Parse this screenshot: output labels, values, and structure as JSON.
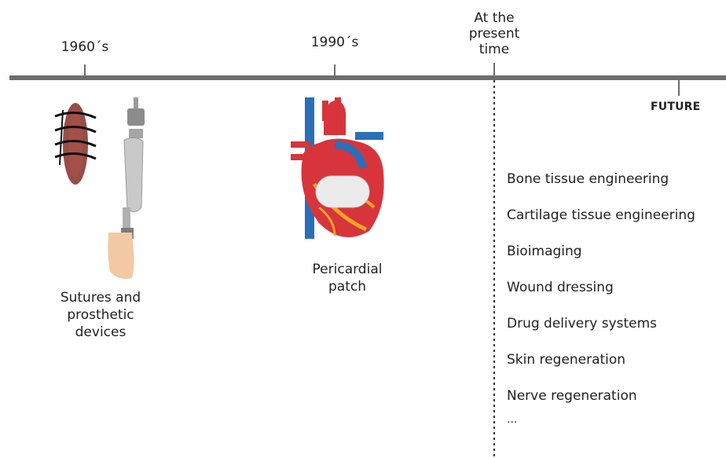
{
  "timeline": {
    "ticks": [
      {
        "id": "1960s",
        "label": "1960´s"
      },
      {
        "id": "1990s",
        "label": "1990´s"
      },
      {
        "id": "present",
        "label_lines": [
          "At the",
          "present",
          "time"
        ]
      },
      {
        "id": "future",
        "label": "FUTURE"
      }
    ]
  },
  "eras": {
    "1960s": {
      "caption_lines": [
        "Sutures and",
        "prosthetic",
        "devices"
      ]
    },
    "1990s": {
      "caption_lines": [
        "Pericardial",
        "patch"
      ]
    }
  },
  "applications": [
    "Bone tissue engineering",
    "Cartilage tissue engineering",
    "Bioimaging",
    "Wound dressing",
    "Drug delivery systems",
    "Skin regeneration",
    "Nerve regeneration",
    "..."
  ],
  "colors": {
    "axis": "#6d6d6d",
    "heart_red": "#d8343c",
    "heart_blue": "#2a6fb8",
    "heart_orange": "#f0a524",
    "tissue": "#8c3a34",
    "prosthesis_metal": "#b7b7b7",
    "skin": "#f2c9a4"
  },
  "icons": [
    "suture-tissue-icon",
    "prosthetic-leg-icon",
    "heart-icon",
    "patch-icon"
  ]
}
